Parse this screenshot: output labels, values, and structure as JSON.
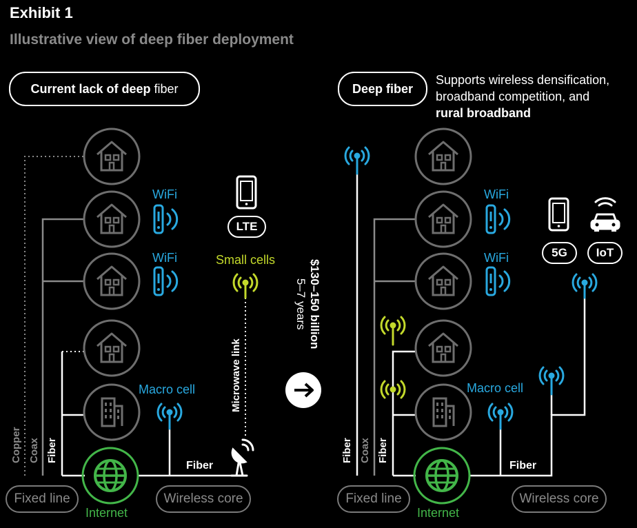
{
  "header": {
    "title": "Exhibit 1",
    "subtitle": "Illustrative view of deep fiber deployment"
  },
  "left_panel": {
    "heading_bold": "Current lack of deep",
    "heading_rest": " fiber",
    "wifi_label_1": "WiFi",
    "wifi_label_2": "WiFi",
    "lte_label": "LTE",
    "small_cells_label": "Small cells",
    "microwave_label": "Microwave link",
    "macro_cell_label": "Macro cell",
    "copper_label": "Copper",
    "coax_label": "Coax",
    "fiber_vertical_label": "Fiber",
    "fiber_label": "Fiber",
    "fixed_line_label": "Fixed line",
    "internet_label": "Internet",
    "wireless_core_label": "Wireless core"
  },
  "middle": {
    "cost": "$130–150 billion",
    "years": "5–7 years"
  },
  "right_panel": {
    "heading": "Deep fiber",
    "note_line_1": "Supports wireless densification,",
    "note_line_2": "broadband competition, and",
    "note_line_3": "rural broadband",
    "wifi_label_1": "WiFi",
    "wifi_label_2": "WiFi",
    "five_g_label": "5G",
    "iot_label": "IoT",
    "macro_cell_label": "Macro cell",
    "fiber_label_1": "Fiber",
    "coax_label": "Coax",
    "fiber_label_2": "Fiber",
    "fiber_label": "Fiber",
    "fixed_line_label": "Fixed line",
    "internet_label": "Internet",
    "wireless_core_label": "Wireless core"
  },
  "colors": {
    "background": "#000000",
    "wifi_blue": "#29a9e0",
    "internet_green": "#43b649",
    "small_cell_lime": "#c3d92b",
    "icon_grey": "#6e6e6e",
    "subtitle_grey": "#8a8a8a"
  },
  "icons": [
    "house-icon",
    "building-icon",
    "globe-icon",
    "wifi-router-icon",
    "antenna-icon",
    "phone-icon",
    "car-icon",
    "satellite-dish-icon",
    "arrow-right-icon"
  ]
}
